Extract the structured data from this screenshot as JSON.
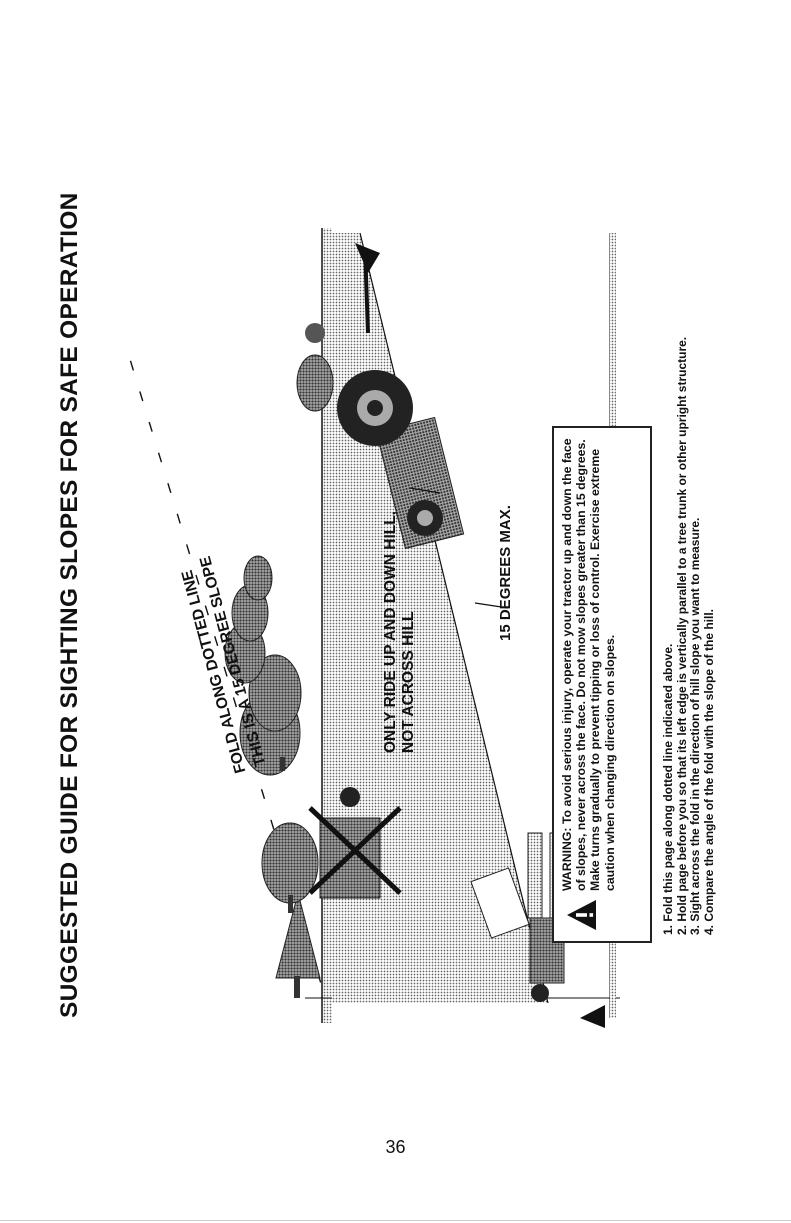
{
  "title": "SUGGESTED GUIDE FOR SIGHTING SLOPES FOR SAFE OPERATION",
  "illustration": {
    "fold_label": "FOLD ALONG DOTTED LINE",
    "slope_label": "THIS IS A 15 DEGREE SLOPE",
    "ride_label_line1": "ONLY RIDE UP AND DOWN HILL,",
    "ride_label_line2": "NOT ACROSS HILL",
    "max_label": "15 DEGREES MAX."
  },
  "warning": {
    "icon": "warning-triangle-icon",
    "text": "WARNING: To avoid serious injury, operate your tractor up and down the face of slopes, never across the face. Do not mow slopes greater than 15 degrees. Make turns gradually to prevent tipping or loss of control. Exercise extreme caution when changing direction on slopes."
  },
  "instructions": [
    "1. Fold this page along dotted line indicated above.",
    "2. Hold page before you so that its left edge is vertically parallel to a tree trunk or other upright structure.",
    "3. Sight across the fold in the direction of hill slope you want to measure.",
    "4. Compare the angle of the fold with the slope of the hill."
  ],
  "page_number": "36"
}
